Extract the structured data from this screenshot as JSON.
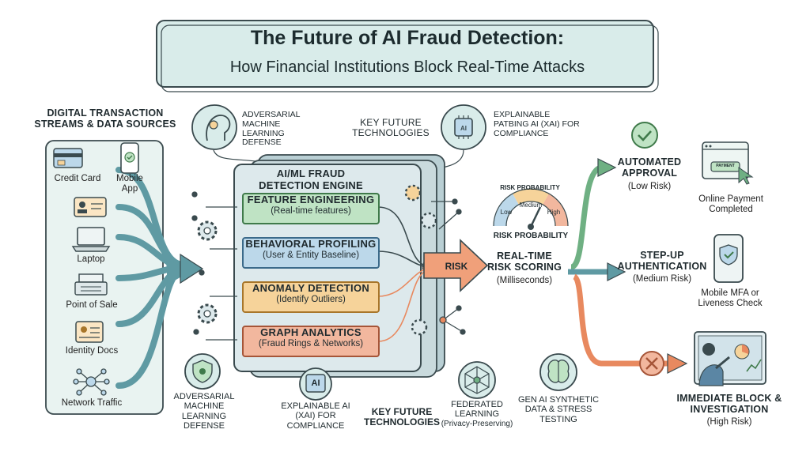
{
  "title": {
    "line1": "The Future of AI Fraud Detection:",
    "line2": "How Financial Institutions Block Real-Time Attacks"
  },
  "sources": {
    "heading": "DIGITAL TRANSACTION STREAMS & DATA SOURCES",
    "items": [
      "Credit Card",
      "Mobile App",
      "Laptop",
      "Point of Sale",
      "Identity Docs",
      "Network Traffic"
    ]
  },
  "top_tech": {
    "adversarial": "ADVERSARIAL MACHINE LEARNING DEFENSE",
    "key_future": "KEY FUTURE TECHNOLOGIES",
    "xai": "EXPLAINABLE PATBING AI (XAI) FOR COMPLIANCE"
  },
  "engine": {
    "title": "AI/ML FRAUD DETECTION ENGINE",
    "modules": [
      {
        "name": "FEATURE ENGINEERING",
        "detail": "(Real-time features)",
        "fill": "#bfe3c4",
        "border": "#3f7a4a"
      },
      {
        "name": "BEHAVIORAL PROFILING",
        "detail": "(User & Entity Baseline)",
        "fill": "#bcd8ea",
        "border": "#3b6a8a"
      },
      {
        "name": "ANOMALY DETECTION",
        "detail": "(Identify Outliers)",
        "fill": "#f6d39a",
        "border": "#a8762a"
      },
      {
        "name": "GRAPH ANALYTICS",
        "detail": "(Fraud Rings & Networks)",
        "fill": "#f2b79e",
        "border": "#a65538"
      }
    ]
  },
  "risk": {
    "arrow_label": "RISK",
    "gauge_arc": "RISK PROBABILITY",
    "gauge_levels": [
      "Low",
      "Medium",
      "High"
    ],
    "gauge_caption": "RISK PROBABILITY",
    "scoring_title": "REAL-TIME RISK SCORING",
    "scoring_sub": "(Milliseconds)"
  },
  "outcomes": [
    {
      "title": "AUTOMATED APPROVAL",
      "sub": "(Low Risk)",
      "caption": "Online Payment Completed",
      "button": "PAYMENT"
    },
    {
      "title": "STEP-UP AUTHENTICATION",
      "sub": "(Medium Risk)",
      "caption": "Mobile MFA or Liveness Check"
    },
    {
      "title": "IMMEDIATE BLOCK & INVESTIGATION",
      "sub": "(High Risk)"
    }
  ],
  "bottom_tech": {
    "adversarial": "ADVERSARIAL MACHINE LEARNING DEFENSE",
    "xai_badge": "AI",
    "xai": "EXPLAINABLE AI (XAI) FOR COMPLIANCE",
    "key_future": "KEY FUTURE TECHNOLOGIES",
    "federated": "FEDERATED LEARNING",
    "federated_sub": "(Privacy-Preserving)",
    "genai": "GEN AI SYNTHETIC DATA & STRESS TESTING"
  },
  "colors": {
    "teal": "#5f9aa3",
    "green": "#6fb083",
    "orange": "#e8895f",
    "panel": "#e9f3f1",
    "engine_bg": "#dde9ec"
  }
}
